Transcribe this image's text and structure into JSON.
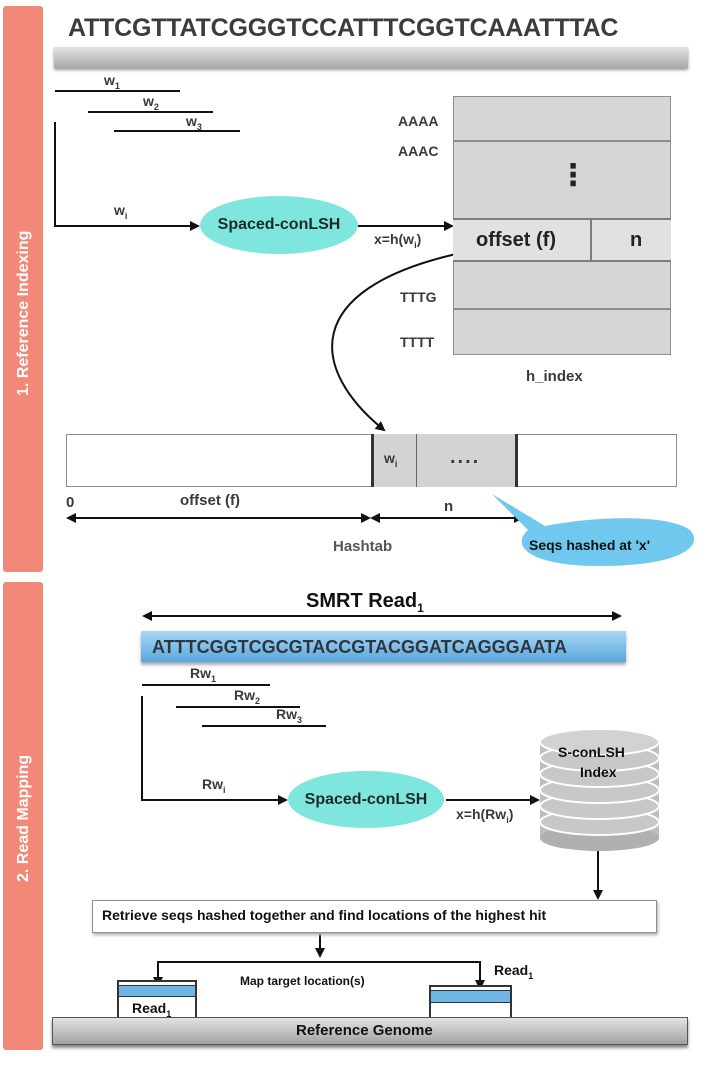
{
  "reference_sequence": "ATTCGTTATCGGGTCCATTTCGGTCAAATTTAC",
  "sections": {
    "indexing_label": "1. Reference Indexing",
    "mapping_label": "2. Read Mapping"
  },
  "indexing": {
    "windows": [
      {
        "base": "w",
        "sub": "1"
      },
      {
        "base": "w",
        "sub": "2"
      },
      {
        "base": "w",
        "sub": "3"
      },
      {
        "base": "w",
        "sub": "i"
      }
    ],
    "hash_function": "Spaced-conLSH",
    "hash_output": {
      "base": "x=h(w",
      "sub": "i",
      "tail": ")"
    },
    "h_index": {
      "rows": [
        "AAAA",
        "AAAC",
        "TTTG",
        "TTTT"
      ],
      "ellipsis": "⋮",
      "offset_cell": "offset (f)",
      "n_cell": "n",
      "caption": "h_index"
    },
    "hashtab": {
      "window_cell": {
        "base": "w",
        "sub": "i"
      },
      "dots": "....",
      "zero_label": "0",
      "offset_label": "offset (f)",
      "n_label": "n",
      "caption": "Hashtab",
      "callout": "Seqs hashed at 'x'"
    }
  },
  "mapping": {
    "read_title": {
      "base": "SMRT Read",
      "sub": "1"
    },
    "read_sequence": "ATTTCGGTCGCGTACCGTACGGATCAGGGAATA",
    "windows": [
      {
        "base": "Rw",
        "sub": "1"
      },
      {
        "base": "Rw",
        "sub": "2"
      },
      {
        "base": "Rw",
        "sub": "3"
      },
      {
        "base": "Rw",
        "sub": "i"
      }
    ],
    "hash_function": "Spaced-conLSH",
    "hash_output": {
      "base": "x=h(Rw",
      "sub": "i",
      "tail": ")"
    },
    "index_db": {
      "line1": "S-conLSH",
      "line2": "Index"
    },
    "retrieve_text": "Retrieve seqs hashed together and find locations of the highest hit",
    "map_label": "Map target location(s)",
    "read_labels": [
      {
        "base": "Read",
        "sub": "1"
      },
      {
        "base": "Read",
        "sub": "1"
      }
    ],
    "reference_genome": "Reference Genome"
  },
  "colors": {
    "sidebar": "#f28878",
    "oval": "#7ee6dc",
    "callout": "#70c8ee",
    "read_bar": "#6fb6e6",
    "index_gray": "#d6d6d6"
  }
}
